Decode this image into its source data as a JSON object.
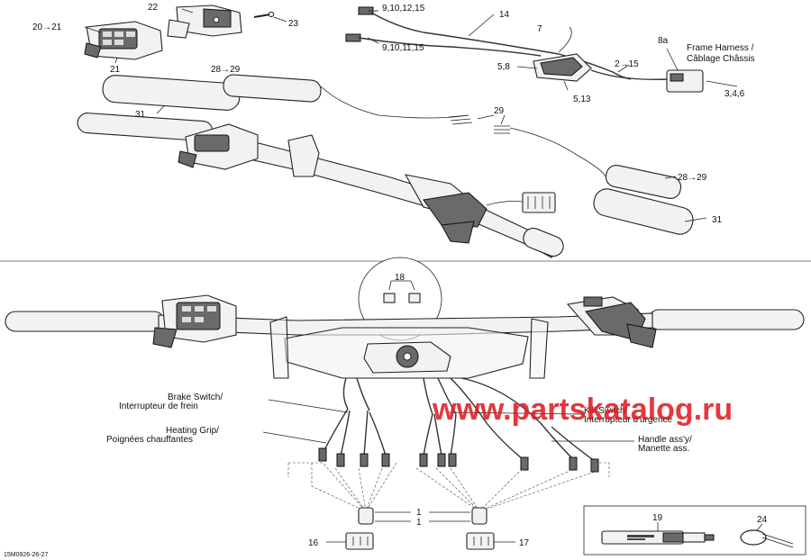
{
  "callouts_top": {
    "c22": "22",
    "c23": "23",
    "c20_21": "20→21",
    "c21": "21",
    "c9_10_12_15": "9,10,12,15",
    "c14": "14",
    "c9_10_11_15": "9,10,11,15",
    "c7": "7",
    "c8a": "8a",
    "c5_8": "5,8",
    "c2_15": "2→15",
    "c5_13": "5,13",
    "c3_4_6": "3,4,6",
    "c28_29_a": "28→29",
    "c31_a": "31",
    "c29": "29",
    "c28_29_b": "28→29",
    "c31_b": "31"
  },
  "frame_harness": {
    "en": "Frame Harness /",
    "fr": "Câblage Châssis"
  },
  "callouts_bottom": {
    "c18": "18",
    "c1_a": "1",
    "c1_b": "1",
    "c19": "19",
    "c24": "24",
    "c16": "16",
    "c17": "17"
  },
  "labels_bottom": {
    "brake_en": "Brake Switch/",
    "brake_fr": "Interrupteur de frein",
    "heat_en": "Heating Grip/",
    "heat_fr": "Poignées chauffantes",
    "kill_en": "Kill Switch/",
    "kill_fr": "Interrupteur d'urgence",
    "handle_en": "Handle ass'y/",
    "handle_fr": "Manette ass."
  },
  "watermark": "www.partskatalog.ru",
  "figure_code": "15M0926-26-27"
}
